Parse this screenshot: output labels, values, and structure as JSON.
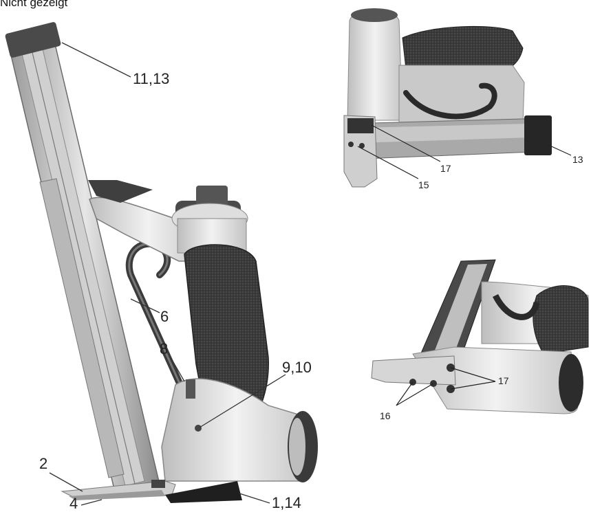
{
  "header": {
    "text": "Nicht gezeigt"
  },
  "callouts": {
    "l_11_13": "11,13",
    "l_6": "6",
    "l_8": "8",
    "l_9_10": "9,10",
    "l_2": "2",
    "l_4": "4",
    "l_1_14": "1,14",
    "l_17_top": "17",
    "l_13": "13",
    "l_15": "15",
    "l_17_bottom": "17",
    "l_16": "16"
  }
}
